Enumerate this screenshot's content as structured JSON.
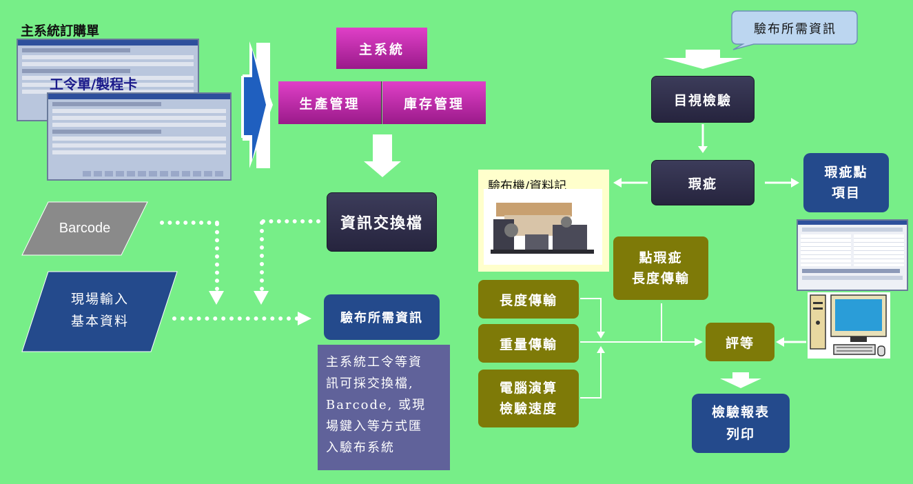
{
  "top_left": {
    "caption": "主系統訂購單",
    "overlay": "工令單/製程卡"
  },
  "main_system": {
    "title": "主系統",
    "production": "生產管理",
    "inventory": "庫存管理"
  },
  "exchange": "資訊交換檔",
  "barcode": "Barcode",
  "onsite_input": [
    "現場輸入",
    "基本資料"
  ],
  "fabric_info": "驗布所需資訊",
  "note": [
    "主系統工令等資",
    "訊可採交換檔,",
    "Barcode, 或現",
    "場鍵入等方式匯",
    "入驗布系統"
  ],
  "bubble": "驗布所需資訊",
  "visual_inspection": "目視檢驗",
  "defect": "瑕疵",
  "defect_items": [
    "瑕疵點",
    "項目"
  ],
  "machine_label": "驗布機/資料記",
  "length_tx": "長度傳輸",
  "weight_tx": "重量傳輸",
  "speed": [
    "電腦演算",
    "檢驗速度"
  ],
  "point_defect": [
    "點瑕疵",
    "長度傳輸"
  ],
  "grade": "評等",
  "report": [
    "檢驗報表",
    "列印"
  ],
  "colors": {
    "background": "#77ee88",
    "navy": "#2c2a44",
    "blue": "#244a8c",
    "olive": "#7e7a08",
    "magenta": "#c030b0"
  }
}
